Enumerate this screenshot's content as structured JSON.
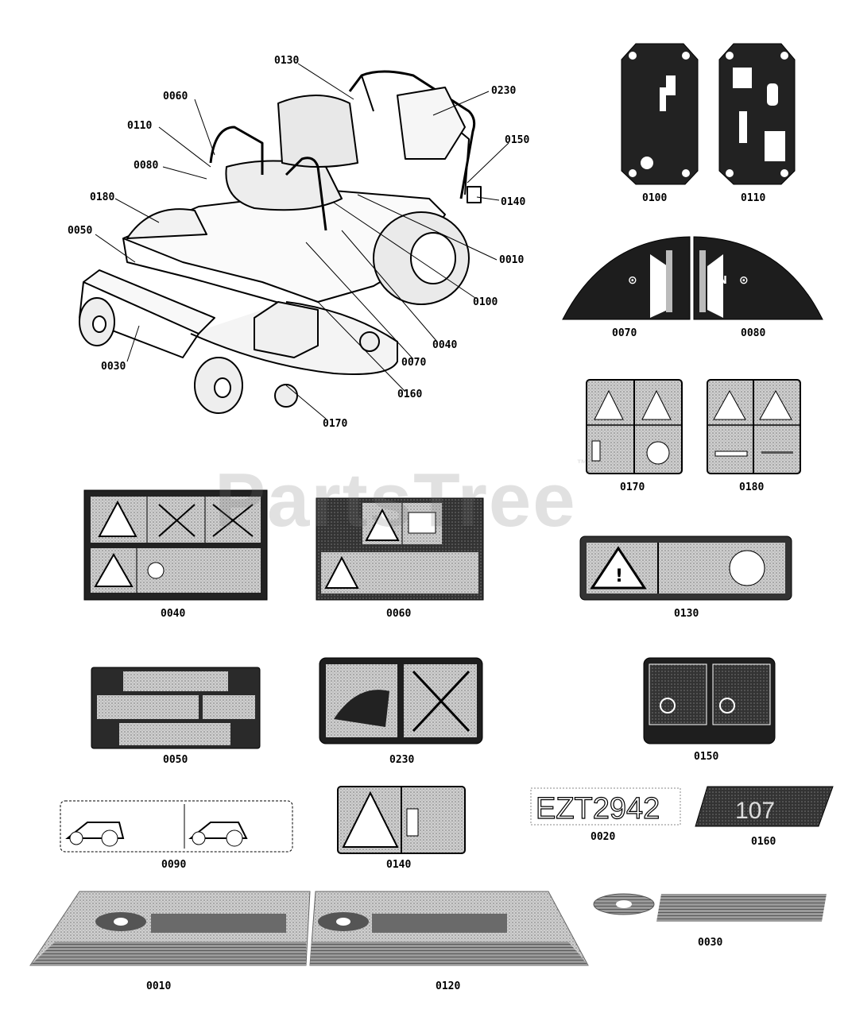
{
  "watermark": "PartsTree",
  "watermark_tm": "™",
  "callouts": [
    "0130",
    "0060",
    "0230",
    "0110",
    "0150",
    "0080",
    "0140",
    "0180",
    "0010",
    "0050",
    "0100",
    "0040",
    "0070",
    "0030",
    "0160",
    "0170"
  ],
  "decals": {
    "d0100": "0100",
    "d0110": "0110",
    "d0070": "0070",
    "d0080": "0080",
    "d0170": "0170",
    "d0180": "0180",
    "d0040": "0040",
    "d0060": "0060",
    "d0130": "0130",
    "d0050": "0050",
    "d0230": "0230",
    "d0150": "0150",
    "d0090": "0090",
    "d0140": "0140",
    "d0020": "0020",
    "d0160": "0160",
    "d0030": "0030",
    "d0010": "0010",
    "d0120": "0120"
  },
  "decal_text": {
    "model": "EZT2942",
    "cc": "107",
    "neutral": "N"
  },
  "colors": {
    "ink": "#000000",
    "decal_dark": "#2b2b2b",
    "decal_gray": "#bdbdbd",
    "paper": "#ffffff"
  }
}
